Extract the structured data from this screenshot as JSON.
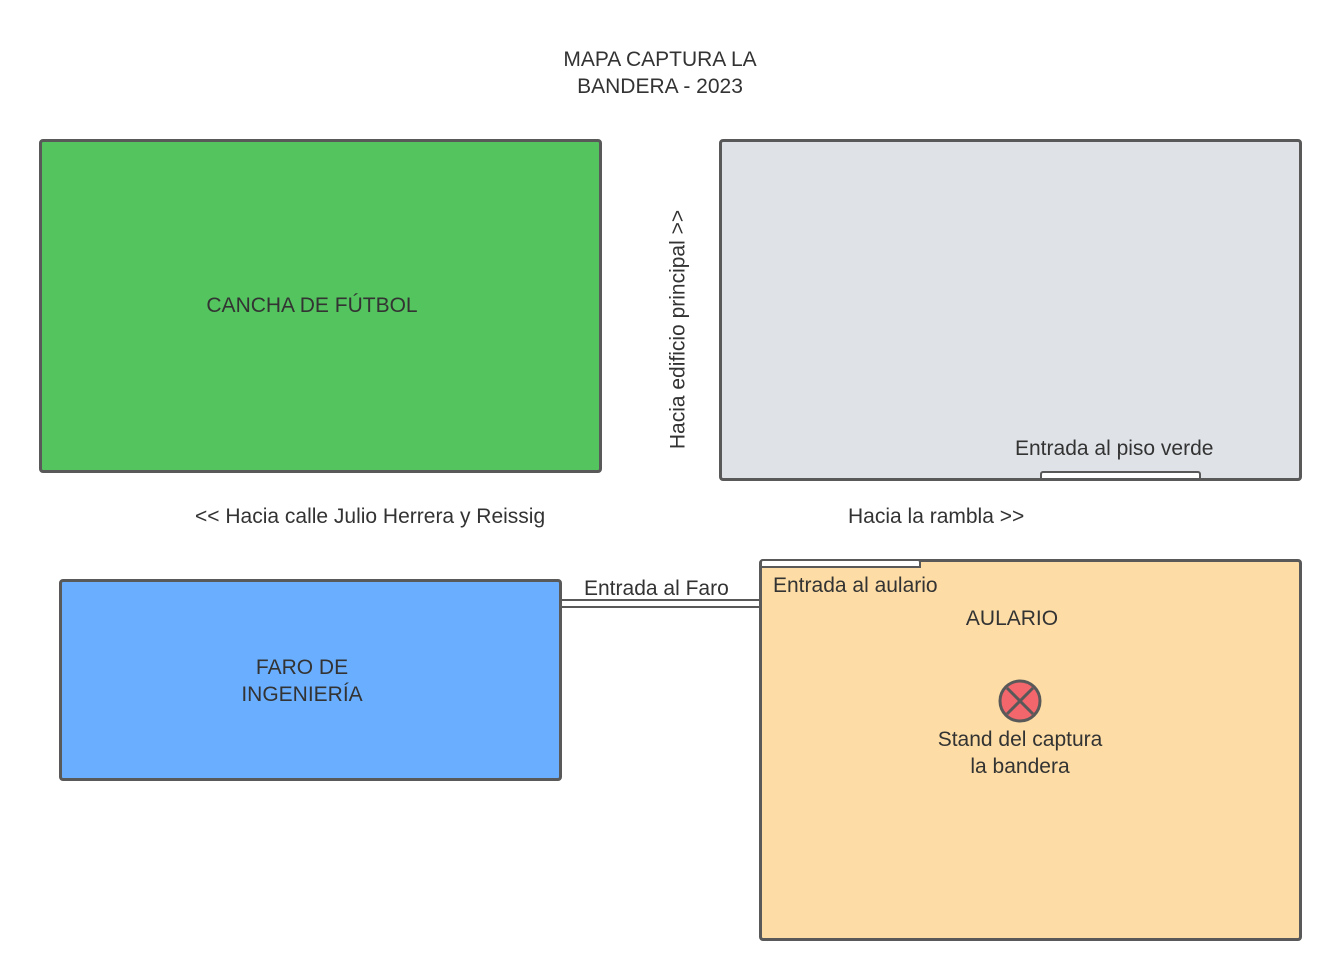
{
  "title": "MAPA CAPTURA LA\nBANDERA - 2023",
  "areas": {
    "cancha": {
      "label": "CANCHA DE FÚTBOL",
      "color": "#54C45E"
    },
    "piso_verde": {
      "label": "",
      "color": "#DFE3E8"
    },
    "faro": {
      "label": "FARO DE\nINGENIERÍA",
      "color": "#6AAFFF"
    },
    "aulario": {
      "label": "AULARIO",
      "color": "#FDDDA5"
    }
  },
  "directions": {
    "edificio_principal": "Hacia edificio principal >>",
    "julio_herrera": "<< Hacia calle Julio Herrera y Reissig",
    "rambla": "Hacia la rambla >>"
  },
  "entrances": {
    "piso_verde": "Entrada al piso verde",
    "faro": "Entrada al Faro",
    "aulario": "Entrada al aulario"
  },
  "marker": {
    "icon": "x-circle-icon",
    "label": "Stand del captura\nla bandera",
    "color": "#F2666C"
  }
}
